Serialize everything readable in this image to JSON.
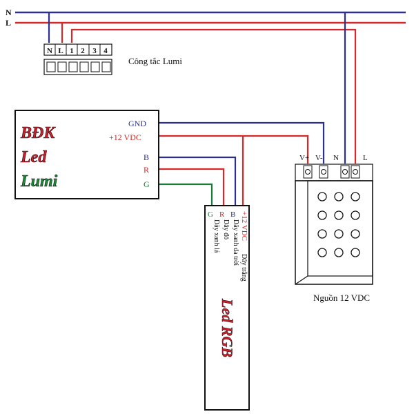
{
  "lines": {
    "neutral": "N",
    "live": "L"
  },
  "switch": {
    "title": "Công tắc Lumi",
    "terminals": [
      "N",
      "L",
      "1",
      "2",
      "3",
      "4"
    ]
  },
  "controller": {
    "name_line1": "BĐK",
    "name_line2": "Led",
    "name_line3": "Lumi",
    "pins": {
      "gnd": "GND",
      "v12": "+12 VDC",
      "b": "B",
      "r": "R",
      "g": "G"
    }
  },
  "power_supply": {
    "title": "Nguồn 12 VDC",
    "terminals": [
      "V+",
      "V-",
      "N",
      "L"
    ]
  },
  "strip": {
    "title": "Led RGB",
    "pins": {
      "g": "G",
      "r": "R",
      "b": "B",
      "v12": "+12 VDC"
    },
    "wire_labels": {
      "white": "Dây trắng",
      "blue": "Dây xanh da trời",
      "red": "Dây đỏ",
      "green": "Dây xanh lá"
    }
  },
  "colors": {
    "neutral_wire": "#2b2f8f",
    "live_wire": "#d62828",
    "green_wire": "#1e7a3c",
    "brand_red": "#cc1f2b",
    "brand_green": "#1e8a3a",
    "outline": "#111111"
  }
}
